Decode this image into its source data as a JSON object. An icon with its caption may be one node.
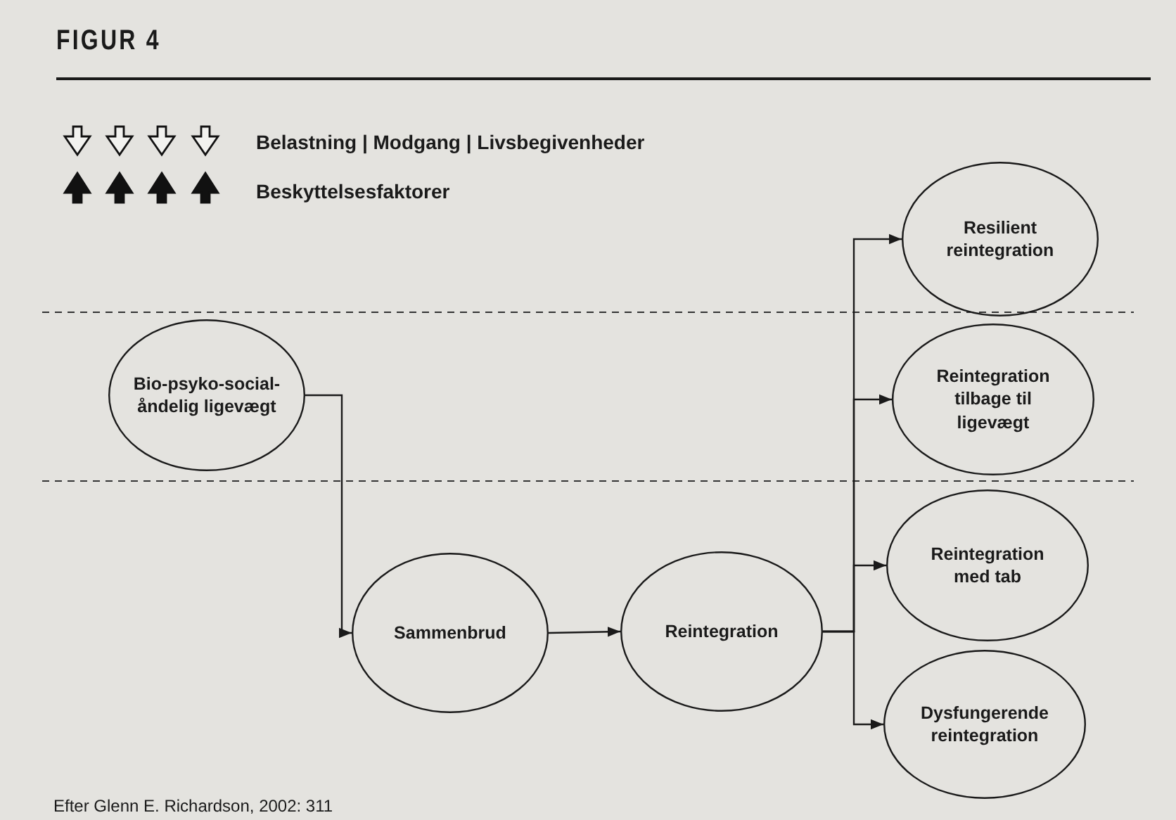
{
  "diagram": {
    "title": "FIGUR 4",
    "caption": "Efter Glenn E. Richardson, 2002: 311",
    "nodes": [
      {
        "text": [
          "Bio-psyko-social-åndelig ligevægt"
        ]
      },
      {
        "text": [
          "Sammenbrud"
        ]
      },
      {
        "text": [
          "Reintegration"
        ]
      },
      {
        "text": [
          "Resilient reintegration"
        ]
      },
      {
        "text": [
          "Reintegration tilbage til ligevægt"
        ]
      },
      {
        "text": [
          "Reintegration med tab"
        ]
      },
      {
        "text": [
          "Dysfungerende reintegration"
        ]
      }
    ],
    "edges": [
      {
        "from": 0,
        "to": 1,
        "arrow": "to"
      },
      {
        "from": 1,
        "to": 2,
        "arrow": "to"
      },
      {
        "from": 2,
        "to": 3,
        "arrow": "to"
      },
      {
        "from": 2,
        "to": 4,
        "arrow": "to"
      },
      {
        "from": 2,
        "to": 5,
        "arrow": "to"
      },
      {
        "from": 2,
        "to": 6,
        "arrow": "to"
      }
    ],
    "legend": [
      {
        "text": "Belastning | Modgang | Livsbegivenheder"
      },
      {
        "text": "Beskyttelsesfaktorer"
      }
    ]
  }
}
